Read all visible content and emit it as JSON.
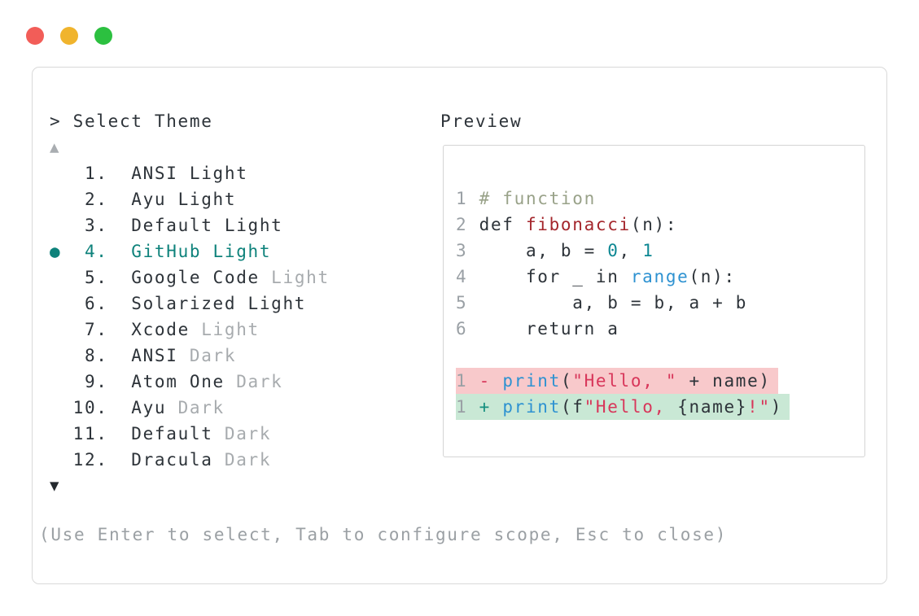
{
  "window_controls": {
    "close": "close",
    "minimize": "minimize",
    "zoom": "zoom"
  },
  "prompt": "> Select Theme",
  "scroll": {
    "up": "▲",
    "down": "▼"
  },
  "selected_bullet": "●",
  "themes": [
    {
      "num": " 1.",
      "name": "ANSI Light",
      "muted": "",
      "selected": false
    },
    {
      "num": " 2.",
      "name": "Ayu Light",
      "muted": "",
      "selected": false
    },
    {
      "num": " 3.",
      "name": "Default Light",
      "muted": "",
      "selected": false
    },
    {
      "num": " 4.",
      "name": "GitHub Light",
      "muted": "",
      "selected": true
    },
    {
      "num": " 5.",
      "name": "Google Code",
      "muted": "Light",
      "selected": false
    },
    {
      "num": " 6.",
      "name": "Solarized Light",
      "muted": "",
      "selected": false
    },
    {
      "num": " 7.",
      "name": "Xcode",
      "muted": "Light",
      "selected": false
    },
    {
      "num": " 8.",
      "name": "ANSI",
      "muted": "Dark",
      "selected": false
    },
    {
      "num": " 9.",
      "name": "Atom One",
      "muted": "Dark",
      "selected": false
    },
    {
      "num": "10.",
      "name": "Ayu",
      "muted": "Dark",
      "selected": false
    },
    {
      "num": "11.",
      "name": "Default",
      "muted": "Dark",
      "selected": false
    },
    {
      "num": "12.",
      "name": "Dracula",
      "muted": "Dark",
      "selected": false
    }
  ],
  "preview": {
    "title": "Preview",
    "lines": [
      {
        "bg": null,
        "tokens": [
          [
            "ln",
            "1 "
          ],
          [
            "com",
            "# function"
          ]
        ]
      },
      {
        "bg": null,
        "tokens": [
          [
            "ln",
            "2 "
          ],
          [
            "code",
            "def "
          ],
          [
            "fn",
            "fibonacci"
          ],
          [
            "code",
            "(n):"
          ]
        ]
      },
      {
        "bg": null,
        "tokens": [
          [
            "ln",
            "3 "
          ],
          [
            "code",
            "    a, b = "
          ],
          [
            "num",
            "0"
          ],
          [
            "code",
            ", "
          ],
          [
            "num",
            "1"
          ]
        ]
      },
      {
        "bg": null,
        "tokens": [
          [
            "ln",
            "4 "
          ],
          [
            "code",
            "    for _ in "
          ],
          [
            "builtin",
            "range"
          ],
          [
            "code",
            "(n):"
          ]
        ]
      },
      {
        "bg": null,
        "tokens": [
          [
            "ln",
            "5 "
          ],
          [
            "code",
            "        a, b = b, a + b"
          ]
        ]
      },
      {
        "bg": null,
        "tokens": [
          [
            "ln",
            "6 "
          ],
          [
            "code",
            "    return a"
          ]
        ]
      },
      {
        "bg": null,
        "tokens": []
      },
      {
        "bg": "removed",
        "tokens": [
          [
            "ln",
            "1 "
          ],
          [
            "minus",
            "- "
          ],
          [
            "builtin",
            "print"
          ],
          [
            "code",
            "("
          ],
          [
            "str",
            "\"Hello, \""
          ],
          [
            "code",
            " + name)"
          ]
        ]
      },
      {
        "bg": "added",
        "tokens": [
          [
            "ln",
            "1 "
          ],
          [
            "plus",
            "+ "
          ],
          [
            "builtin",
            "print"
          ],
          [
            "code",
            "(f"
          ],
          [
            "str",
            "\"Hello, "
          ],
          [
            "code",
            "{name}"
          ],
          [
            "str",
            "!\""
          ],
          [
            "code",
            ")"
          ]
        ]
      }
    ]
  },
  "help": "(Use Enter to select, Tab to configure scope, Esc to close)",
  "colors": {
    "border": "#d9d9d9",
    "preview_border": "#d4d4d4",
    "text": "#2d3339",
    "muted": "#a7abae",
    "line_number": "#9aa0a5",
    "help_text": "#9ba0a4",
    "accent_teal": "#0e827b",
    "comment": "#99a289",
    "function_red": "#a4262c",
    "number_teal": "#0d8793",
    "builtin_blue": "#2e92d1",
    "string_red": "#d8365a",
    "diff_plus": "#168f7f",
    "removed_bg": "#f8c9cb",
    "added_bg": "#c9e8d5",
    "arrow_up": "#a9adb1",
    "arrow_down": "#24292e",
    "traffic_red": "#f25d58",
    "traffic_yellow": "#f0b42d",
    "traffic_green": "#2cc040"
  }
}
